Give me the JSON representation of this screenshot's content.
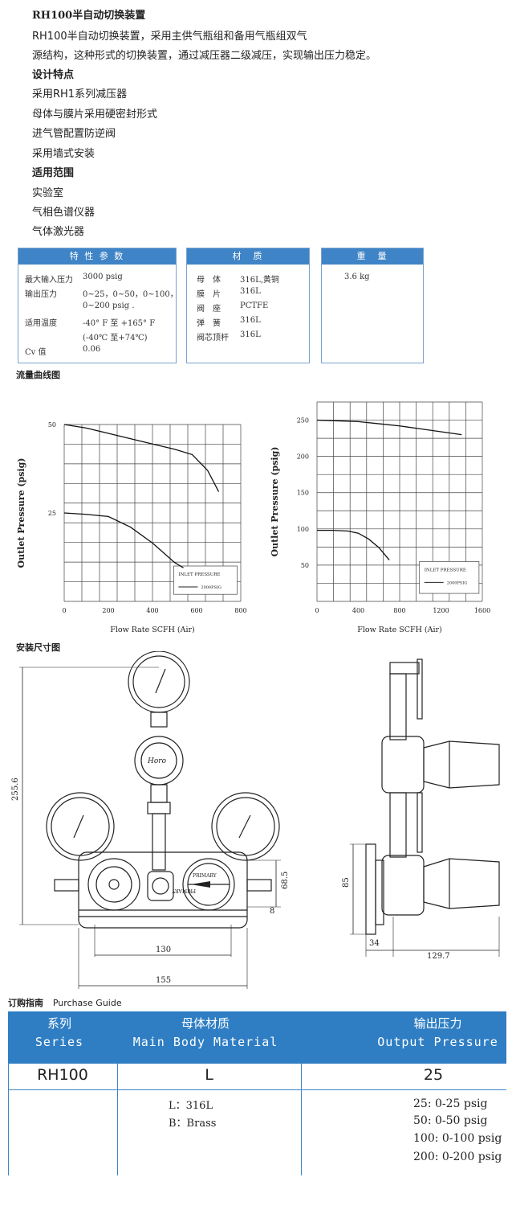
{
  "intro": {
    "title": "RH100半自动切换装置",
    "desc_line1": "RH100半自动切换装置，采用主供气瓶组和备用气瓶组双气",
    "desc_line2": "源结构，这种形式的切换装置，通过减压器二级减压，实现输出压力稳定。",
    "features_heading": "设计特点",
    "features": [
      "采用RH1系列减压器",
      "母体与膜片采用硬密封形式",
      "进气管配置防逆阀",
      "采用墙式安装"
    ],
    "scope_heading": "适用范围",
    "scope": [
      "实验室",
      "气相色谱仪器",
      "气体激光器"
    ]
  },
  "specs": {
    "performance": {
      "title": "特 性 参 数",
      "rows": [
        {
          "label": "最大输入压力",
          "value": "3000 psig"
        },
        {
          "label": "输出压力",
          "value": "0~25，0~50，0~100，"
        },
        {
          "label": "",
          "value": "0~200 psig ."
        },
        {
          "label": "适用温度",
          "value": "-40° F 至 +165° F"
        },
        {
          "label": "",
          "value": "(-40℃ 至+74℃)"
        },
        {
          "label": "Cv 值",
          "value": "0.06"
        }
      ]
    },
    "material": {
      "title": "材　质",
      "rows": [
        {
          "label": "母　体",
          "value": "316L,黄铜"
        },
        {
          "label": "膜　片",
          "value": "316L"
        },
        {
          "label": "阀　座",
          "value": "PCTFE"
        },
        {
          "label": "弹　簧",
          "value": "316L"
        },
        {
          "label": "阀芯顶杆",
          "value": "316L"
        }
      ]
    },
    "weight": {
      "title": "重　量",
      "value": "3.6 kg"
    }
  },
  "flow_section_title": "流量曲线图",
  "chart_data": [
    {
      "type": "line",
      "ylabel": "Outlet Pressure (psig)",
      "xlabel": "Flow Rate SCFH (Air)",
      "xlim": [
        0,
        800
      ],
      "ylim": [
        0,
        50
      ],
      "x_ticks": [
        "0",
        "200",
        "400",
        "600",
        "800"
      ],
      "y_ticks": [
        "25",
        "50"
      ],
      "legend_title": "INLET PRESSURE",
      "legend_label": "2000PSIG",
      "series": [
        {
          "x": [
            0,
            100,
            200,
            300,
            400,
            500,
            580,
            650,
            700
          ],
          "y": [
            50,
            49,
            47.5,
            46,
            44.5,
            43,
            41.5,
            37,
            31
          ]
        },
        {
          "x": [
            0,
            100,
            200,
            300,
            400,
            500,
            540
          ],
          "y": [
            25,
            24.6,
            24,
            21,
            16.5,
            11,
            9.5
          ]
        }
      ]
    },
    {
      "type": "line",
      "ylabel": "Outlet Pressure (psig)",
      "xlabel": "Flow Rate SCFH (Air)",
      "xlim": [
        0,
        1600
      ],
      "ylim": [
        0,
        275
      ],
      "x_ticks": [
        "0",
        "400",
        "800",
        "1200",
        "1600"
      ],
      "y_ticks": [
        "50",
        "100",
        "150",
        "200",
        "250"
      ],
      "legend_title": "INLET PRESSURE",
      "legend_label": "2000PSIG",
      "series": [
        {
          "x": [
            0,
            200,
            400,
            600,
            800,
            1000,
            1200,
            1400
          ],
          "y": [
            250,
            249,
            248,
            245,
            242,
            238,
            234,
            230
          ]
        },
        {
          "x": [
            0,
            150,
            300,
            400,
            500,
            600,
            700
          ],
          "y": [
            98,
            98,
            97,
            94,
            86,
            74,
            57
          ]
        }
      ]
    }
  ],
  "install_section_title": "安装尺寸图",
  "dims": {
    "d1": "255.6",
    "d2": "68.5",
    "d3": "8",
    "d4": "130",
    "d5": "155",
    "d6": "85",
    "d7": "34",
    "d8": "129.7"
  },
  "gauge_labels": {
    "brand": "Horo",
    "primary": "PRIMARY",
    "primary_flip": "PRIMARY"
  },
  "purchase": {
    "title_cn": "订购指南",
    "title_en": "Purchase Guide",
    "columns": [
      {
        "cn": "系列",
        "en": "Series"
      },
      {
        "cn": "母体材质",
        "en": "Main Body Material"
      },
      {
        "cn": "输出压力",
        "en": "Output Pressure"
      }
    ],
    "example": [
      "RH100",
      "L",
      "25"
    ],
    "materials": [
      "L：316L",
      "B：Brass"
    ],
    "pressures": [
      "25: 0-25 psig",
      "50: 0-50 psig",
      "100: 0-100 psig",
      "200: 0-200 psig"
    ]
  }
}
